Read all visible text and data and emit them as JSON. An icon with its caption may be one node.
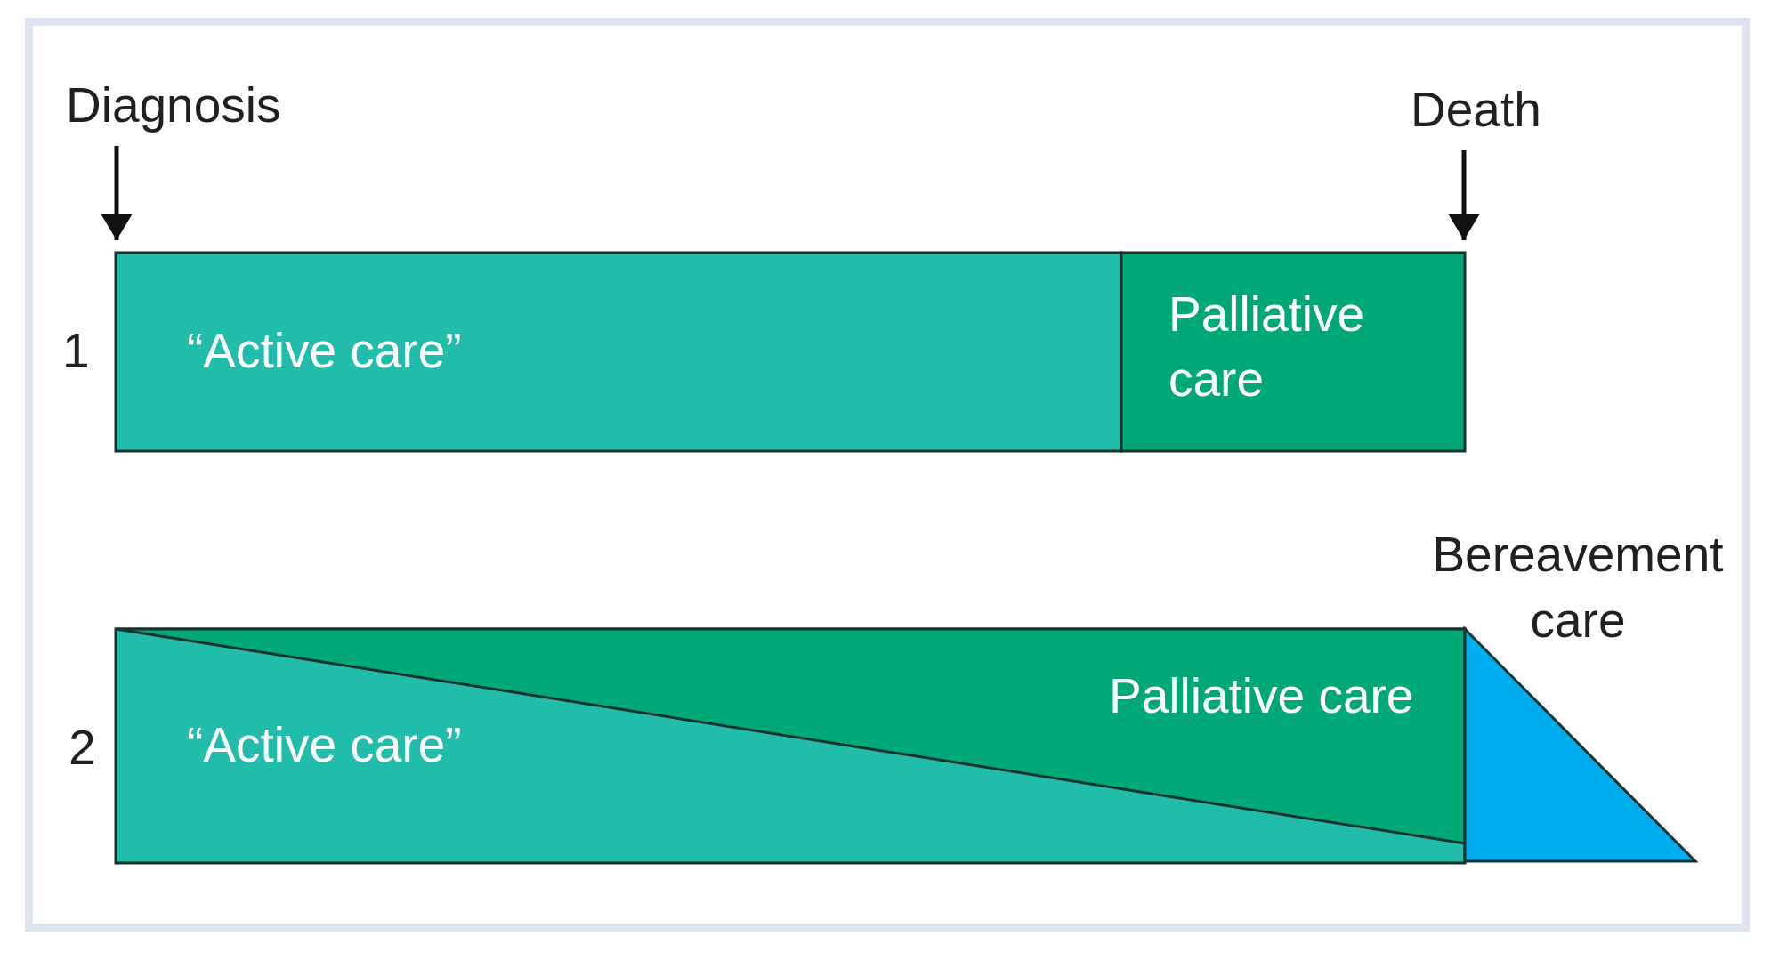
{
  "diagram": {
    "nodes": [
      {
        "text": [
          "Diagnosis"
        ]
      },
      {
        "text": [
          "Death"
        ]
      },
      {
        "text": [
          "“Active care”"
        ]
      },
      {
        "text": [
          "Palliative care"
        ]
      },
      {
        "text": [
          "“Active care”"
        ]
      },
      {
        "text": [
          "Palliative care"
        ],
        "in": 4
      },
      {
        "text": [
          "Bereavement care"
        ]
      }
    ],
    "edges": [
      {
        "from": 0,
        "to": 2,
        "arrow": "to"
      },
      {
        "from": 1,
        "to": 3,
        "arrow": "to"
      }
    ],
    "labels": [
      "1",
      "2"
    ]
  }
}
